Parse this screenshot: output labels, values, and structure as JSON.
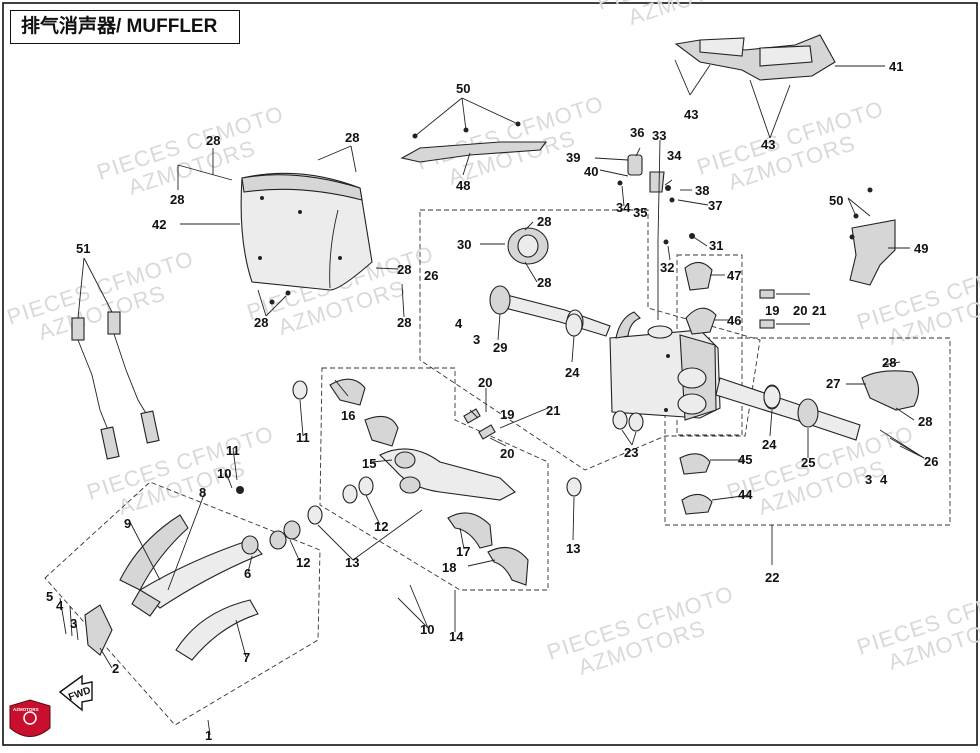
{
  "title": "排气消声器/ MUFFLER",
  "watermark_lines": [
    "PIECES CFMOTO",
    "AZMOTORS"
  ],
  "logo_text": "AZMOTORS",
  "fwd_label": "FWD",
  "callouts": {
    "c1": "1",
    "c2": "2",
    "c3a": "3",
    "c3b": "3",
    "c3c": "3",
    "c4a": "4",
    "c4b": "4",
    "c4c": "4",
    "c5": "5",
    "c6": "6",
    "c7": "7",
    "c8": "8",
    "c9": "9",
    "c10a": "10",
    "c10b": "10",
    "c11": "11",
    "c12a": "12",
    "c12b": "12",
    "c13a": "13",
    "c13b": "13",
    "c14": "14",
    "c15": "15",
    "c16": "16",
    "c17": "17",
    "c18": "18",
    "c19a": "19",
    "c19b": "19",
    "c20a": "20",
    "c20b": "20",
    "c20c": "20",
    "c21a": "21",
    "c21b": "21",
    "c22": "22",
    "c23": "23",
    "c24a": "24",
    "c24b": "24",
    "c25": "25",
    "c26a": "26",
    "c26b": "26",
    "c27": "27",
    "c28a": "28",
    "c28b": "28",
    "c28c": "28",
    "c28d": "28",
    "c28e": "28",
    "c28f": "28",
    "c28g": "28",
    "c28h": "28",
    "c28i": "28",
    "c28j": "28",
    "c29": "29",
    "c30": "30",
    "c31": "31",
    "c32": "32",
    "c33": "33",
    "c34a": "34",
    "c34b": "34",
    "c35": "35",
    "c36": "36",
    "c37": "37",
    "c38": "38",
    "c39": "39",
    "c40": "40",
    "c41": "41",
    "c42": "42",
    "c43a": "43",
    "c43b": "43",
    "c44": "44",
    "c45": "45",
    "c46": "46",
    "c47": "47",
    "c48": "48",
    "c49": "49",
    "c50a": "50",
    "c50b": "50",
    "c51": "51"
  }
}
